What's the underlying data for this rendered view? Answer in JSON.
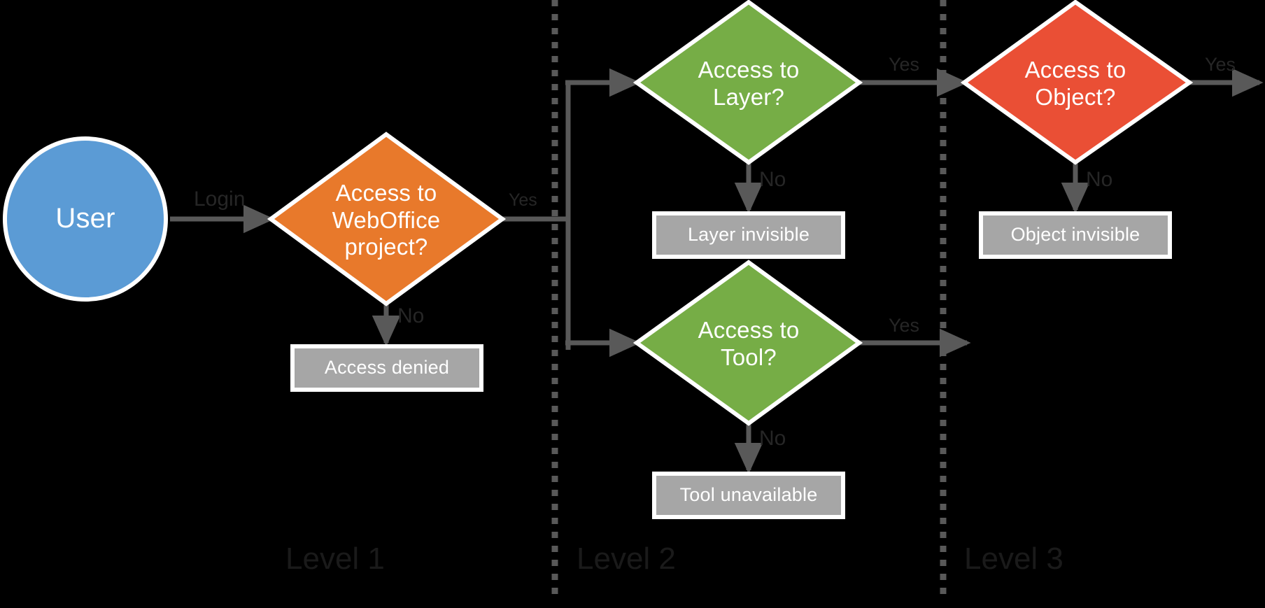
{
  "diagram": {
    "title": "WebOffice access permission levels flowchart",
    "background": "#000000",
    "colors": {
      "user_node": "#5B9BD5",
      "weboffice_diamond": "#E8792B",
      "layer_diamond": "#76AD46",
      "tool_diamond": "#76AD46",
      "object_diamond": "#EA4F35",
      "terminal_box": "#A6A6A6",
      "node_border": "#FFFFFF",
      "connector": "#595959",
      "edge_label_text": "#262626",
      "level_label_text": "#1A1A1A",
      "divider": "#595959"
    }
  },
  "nodes": {
    "user": {
      "label": "User",
      "shape": "circle",
      "fill": "#5B9BD5"
    },
    "weboffice": {
      "label": "Access to\nWebOffice\nproject?",
      "lines": [
        "Access to",
        "WebOffice",
        "project?"
      ],
      "shape": "diamond",
      "fill": "#E8792B"
    },
    "access_denied": {
      "label": "Access denied",
      "shape": "rect",
      "fill": "#A6A6A6"
    },
    "layer": {
      "label": "Access to\nLayer?",
      "lines": [
        "Access to",
        "Layer?"
      ],
      "shape": "diamond",
      "fill": "#76AD46"
    },
    "layer_invisible": {
      "label": "Layer invisible",
      "shape": "rect",
      "fill": "#A6A6A6"
    },
    "tool": {
      "label": "Access to\nTool?",
      "lines": [
        "Access to",
        "Tool?"
      ],
      "shape": "diamond",
      "fill": "#76AD46"
    },
    "tool_unavailable": {
      "label": "Tool unavailable",
      "shape": "rect",
      "fill": "#A6A6A6"
    },
    "object": {
      "label": "Access to\nObject?",
      "lines": [
        "Access to",
        "Object?"
      ],
      "shape": "diamond",
      "fill": "#EA4F35"
    },
    "object_invisible": {
      "label": "Object invisible",
      "shape": "rect",
      "fill": "#A6A6A6"
    }
  },
  "edges": [
    {
      "id": "user-to-weboffice",
      "from": "user",
      "to": "weboffice",
      "label": "Login"
    },
    {
      "id": "weboffice-yes",
      "from": "weboffice",
      "to": "split",
      "label": "Yes"
    },
    {
      "id": "weboffice-no",
      "from": "weboffice",
      "to": "access_denied",
      "label": "No"
    },
    {
      "id": "split-to-layer",
      "from": "split",
      "to": "layer",
      "label": ""
    },
    {
      "id": "split-to-tool",
      "from": "split",
      "to": "tool",
      "label": ""
    },
    {
      "id": "layer-yes",
      "from": "layer",
      "to": "object",
      "label": "Yes"
    },
    {
      "id": "layer-no",
      "from": "layer",
      "to": "layer_invisible",
      "label": "No"
    },
    {
      "id": "tool-yes",
      "from": "tool",
      "to": "level3",
      "label": "Yes"
    },
    {
      "id": "tool-no",
      "from": "tool",
      "to": "tool_unavailable",
      "label": "No"
    },
    {
      "id": "object-yes",
      "from": "object",
      "to": "exit",
      "label": "Yes"
    },
    {
      "id": "object-no",
      "from": "object",
      "to": "object_invisible",
      "label": "No"
    }
  ],
  "levels": [
    {
      "id": "level-1",
      "label": "Level 1"
    },
    {
      "id": "level-2",
      "label": "Level 2"
    },
    {
      "id": "level-3",
      "label": "Level 3"
    }
  ]
}
